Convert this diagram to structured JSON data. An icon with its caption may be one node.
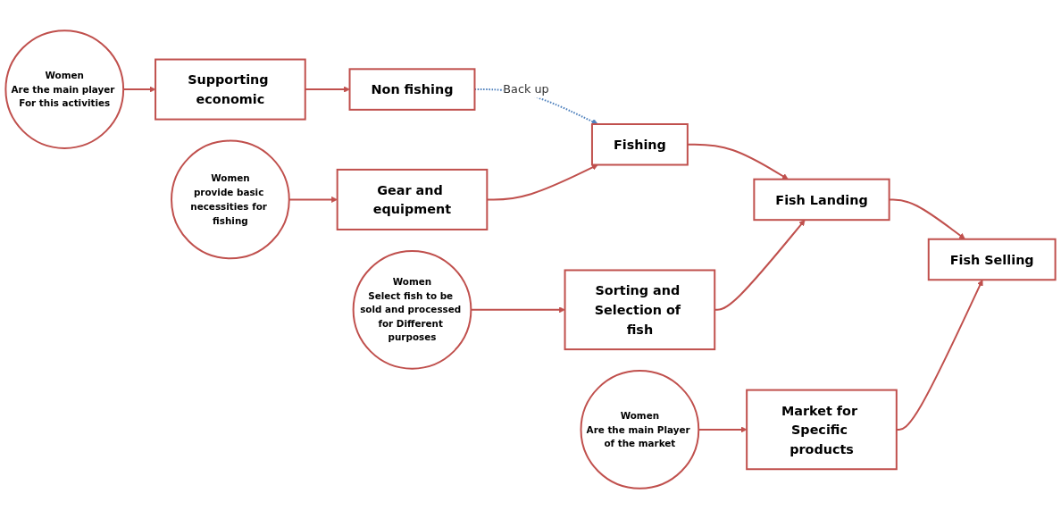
{
  "diagram": {
    "nodes": [
      {
        "text": [
          "Fishing"
        ]
      },
      {
        "text": [
          "Fish Landing"
        ]
      },
      {
        "text": [
          "Fish Selling"
        ]
      },
      {
        "text": [
          "Non fishing"
        ]
      },
      {
        "text": [
          "Gear and equipment"
        ]
      },
      {
        "text": [
          "Sorting and Selection of fish"
        ]
      },
      {
        "text": [
          "Market for Specific products"
        ]
      },
      {
        "text": [
          "Supporting economic"
        ]
      },
      {
        "text": [
          "Women",
          "provide basic necessities for fishing"
        ]
      },
      {
        "text": [
          "Women",
          "Select fish to be sold and processed for Different purposes"
        ]
      },
      {
        "text": [
          "Women",
          "Are the main Player of the market"
        ]
      },
      {
        "text": [
          "Women",
          "Are the main player For this activities"
        ]
      }
    ],
    "edges": [
      {
        "from": 0,
        "to": 1,
        "arrow": "to"
      },
      {
        "from": 1,
        "to": 2,
        "arrow": "to"
      },
      {
        "from": 3,
        "to": 0,
        "arrow": "to",
        "label": "Back up",
        "style": "dashed",
        "color": "#4f81bd"
      },
      {
        "from": 4,
        "to": 0,
        "arrow": "to"
      },
      {
        "from": 5,
        "to": 1,
        "arrow": "to"
      },
      {
        "from": 6,
        "to": 2,
        "arrow": "to"
      },
      {
        "from": 7,
        "to": 3,
        "arrow": "to"
      },
      {
        "from": 8,
        "to": 4,
        "arrow": "to"
      },
      {
        "from": 9,
        "to": 5,
        "arrow": "to"
      },
      {
        "from": 10,
        "to": 6,
        "arrow": "to"
      },
      {
        "from": 11,
        "to": 7,
        "arrow": "to"
      }
    ]
  }
}
